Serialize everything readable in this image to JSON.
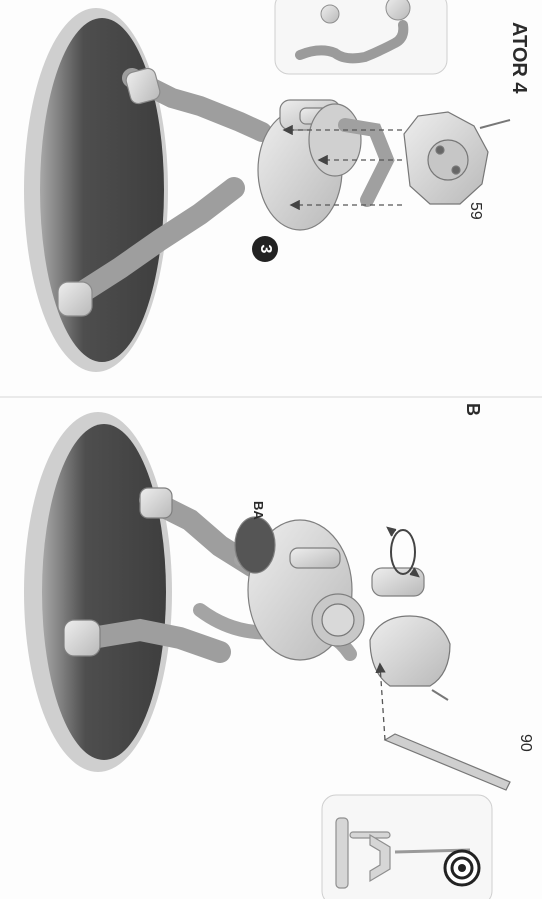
{
  "header": {
    "title_fragment": "ATOR 4"
  },
  "top_panel": {
    "part_number": "59",
    "step_badge": "3"
  },
  "bottom_panel": {
    "step_letter": "B",
    "part_number": "90",
    "callout_label": "BA"
  },
  "colors": {
    "base_fill": "#4a4a4a",
    "base_rim": "#bdbdbd",
    "model_fill": "#d8d8d8",
    "background": "#fdfdfd"
  }
}
